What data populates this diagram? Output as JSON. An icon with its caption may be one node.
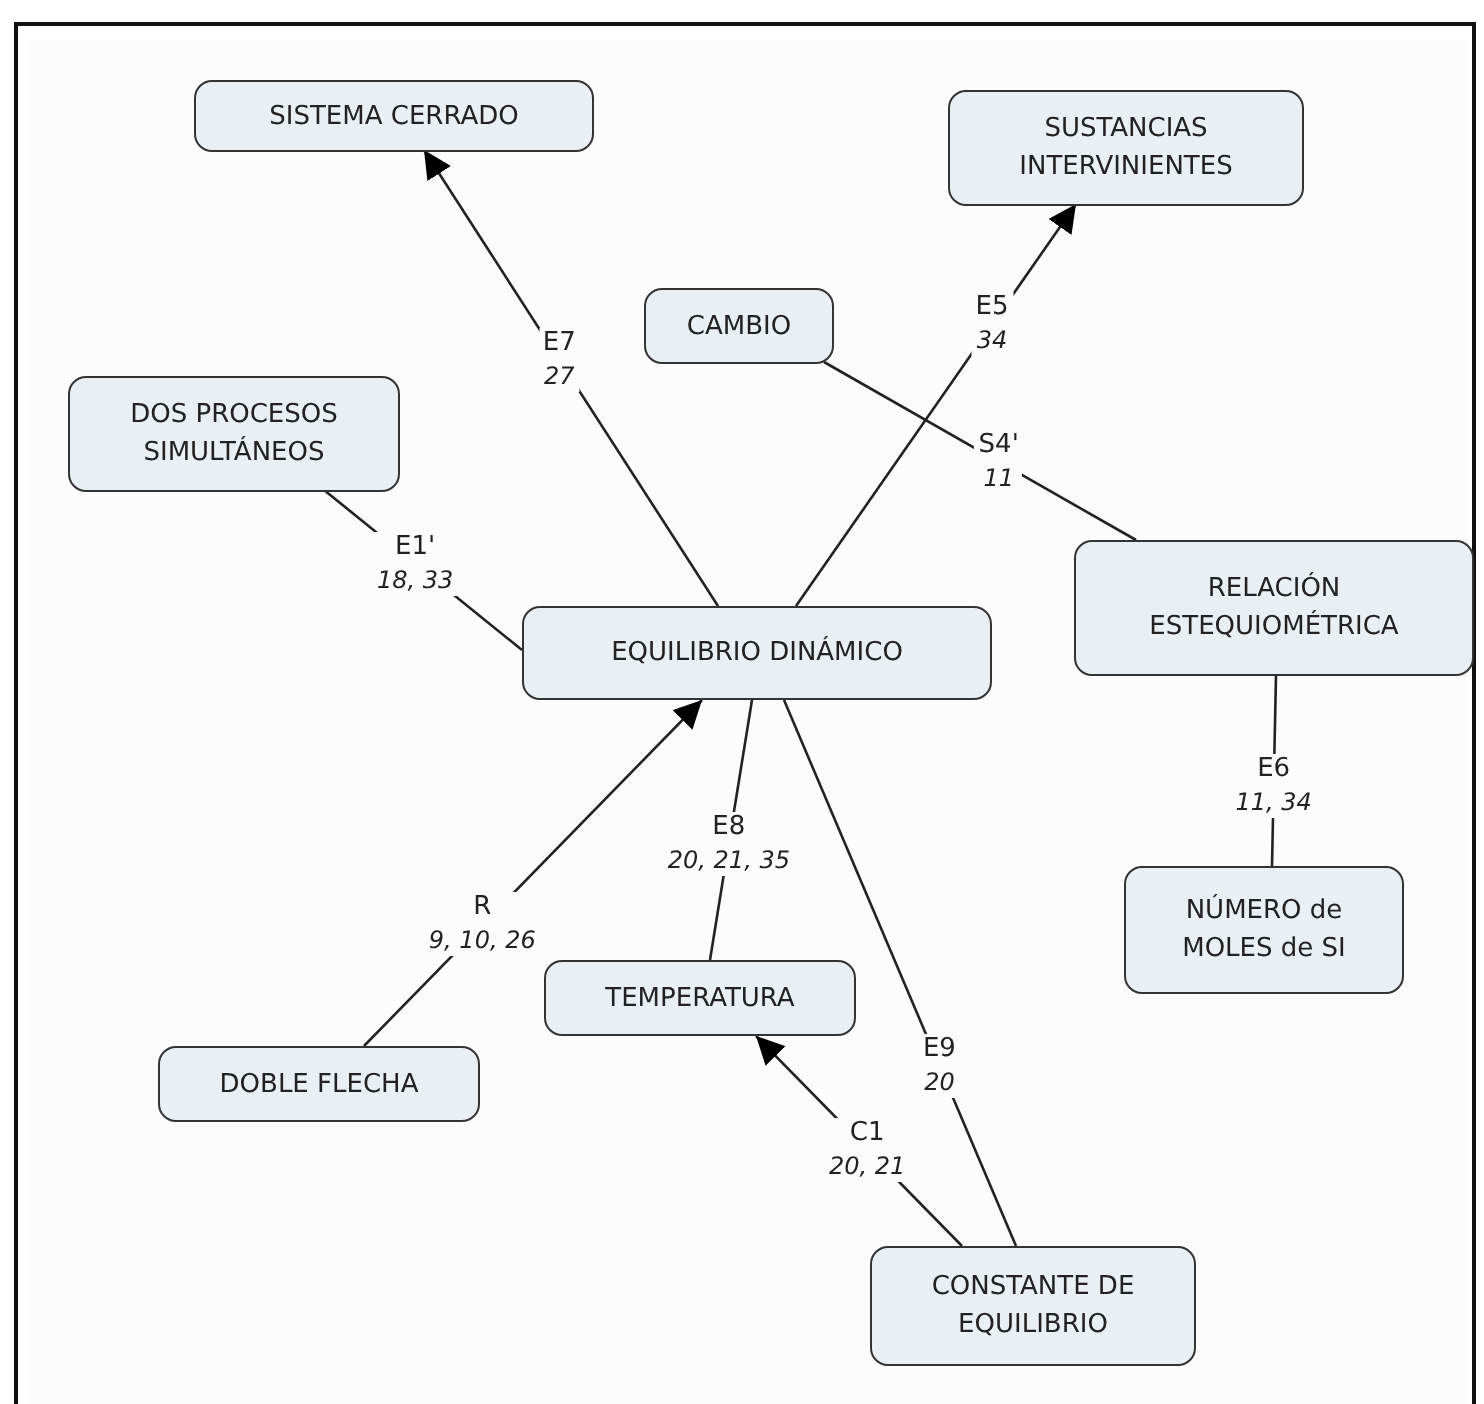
{
  "diagram": {
    "nodes": [
      {
        "text": [
          "SISTEMA CERRADO"
        ]
      },
      {
        "text": [
          "SUSTANCIAS INTERVINIENTES"
        ]
      },
      {
        "text": [
          "CAMBIO"
        ]
      },
      {
        "text": [
          "DOS PROCESOS SIMULTÁNEOS"
        ]
      },
      {
        "text": [
          "EQUILIBRIO DINÁMICO"
        ]
      },
      {
        "text": [
          "RELACIÓN ESTEQUIOMÉTRICA"
        ]
      },
      {
        "text": [
          "NÚMERO de MOLES de SI"
        ]
      },
      {
        "text": [
          "TEMPERATURA"
        ]
      },
      {
        "text": [
          "DOBLE FLECHA"
        ]
      },
      {
        "text": [
          "CONSTANTE DE EQUILIBRIO"
        ]
      }
    ],
    "edges": [
      {
        "from": 4,
        "to": 0,
        "arrow": "to",
        "label": "E7 *27*"
      },
      {
        "from": 4,
        "to": 1,
        "arrow": "to",
        "label": "E5 *34*"
      },
      {
        "from": 2,
        "to": 5,
        "arrow": "none",
        "label": "S4' *11*"
      },
      {
        "from": 3,
        "to": 4,
        "arrow": "none",
        "label": "E1' *18, 33*"
      },
      {
        "from": 5,
        "to": 6,
        "arrow": "none",
        "label": "E6 *11, 34*"
      },
      {
        "from": 8,
        "to": 4,
        "arrow": "to",
        "label": "R *9, 10, 26*"
      },
      {
        "from": 4,
        "to": 7,
        "arrow": "none",
        "label": "E8 *20, 21, 35*"
      },
      {
        "from": 4,
        "to": 9,
        "arrow": "none",
        "label": "E9 *20*"
      },
      {
        "from": 9,
        "to": 7,
        "arrow": "to",
        "label": "C1 *20, 21*"
      }
    ]
  }
}
